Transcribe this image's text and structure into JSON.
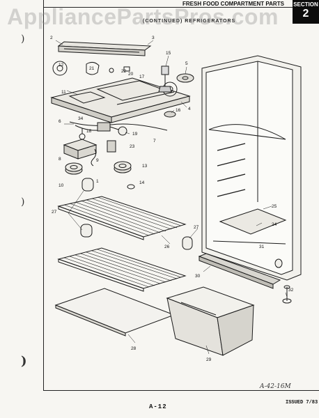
{
  "watermark": "AppliancePartsPros.com",
  "header": {
    "title": "FRESH FOOD COMPARTMENT PARTS",
    "subtitle": "(CONTINUED) REFRIGERATORS",
    "section_label": "SECTION",
    "section_number": "2"
  },
  "callouts": [
    "2",
    "3",
    "15",
    "5",
    "12",
    "21",
    "22",
    "20",
    "17",
    "11",
    "4",
    "16",
    "6",
    "34",
    "18",
    "19",
    "7",
    "23",
    "8",
    "9",
    "13",
    "10",
    "14",
    "1",
    "27",
    "26",
    "27",
    "25",
    "24",
    "31",
    "30",
    "32",
    "28",
    "29"
  ],
  "drawing_code": "A-42-16M",
  "footer": {
    "page_number": "A-12",
    "issued": "ISSUED 7/83"
  },
  "binder_marks": [
    ")",
    ")",
    ")"
  ]
}
